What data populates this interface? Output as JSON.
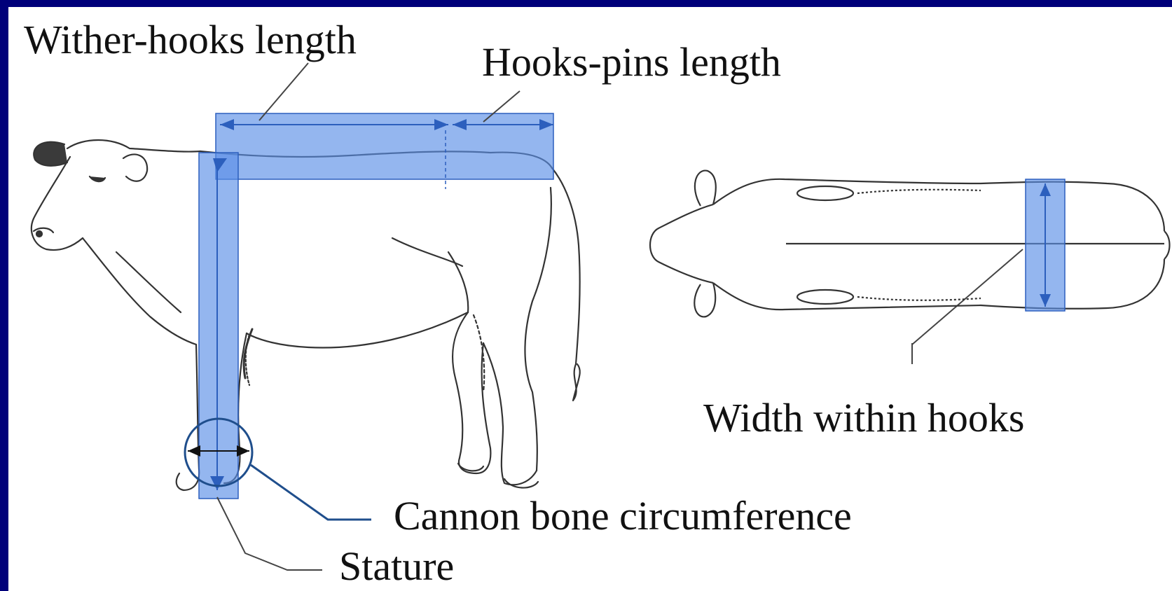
{
  "labels": {
    "wither_hooks": "Wither-hooks length",
    "hooks_pins": "Hooks-pins length",
    "width_hooks": "Width within hooks",
    "cannon": "Cannon bone circumference",
    "stature": "Stature"
  },
  "colors": {
    "frame": "#00007a",
    "background": "#ffffff",
    "highlight": "#5b8fe6",
    "arrow": "#2c5fbd",
    "leader_blue": "#1f4e8c",
    "line_art": "#333333"
  },
  "icons": {
    "side_view": "cow-side-view-icon",
    "top_view": "cow-top-view-icon"
  }
}
